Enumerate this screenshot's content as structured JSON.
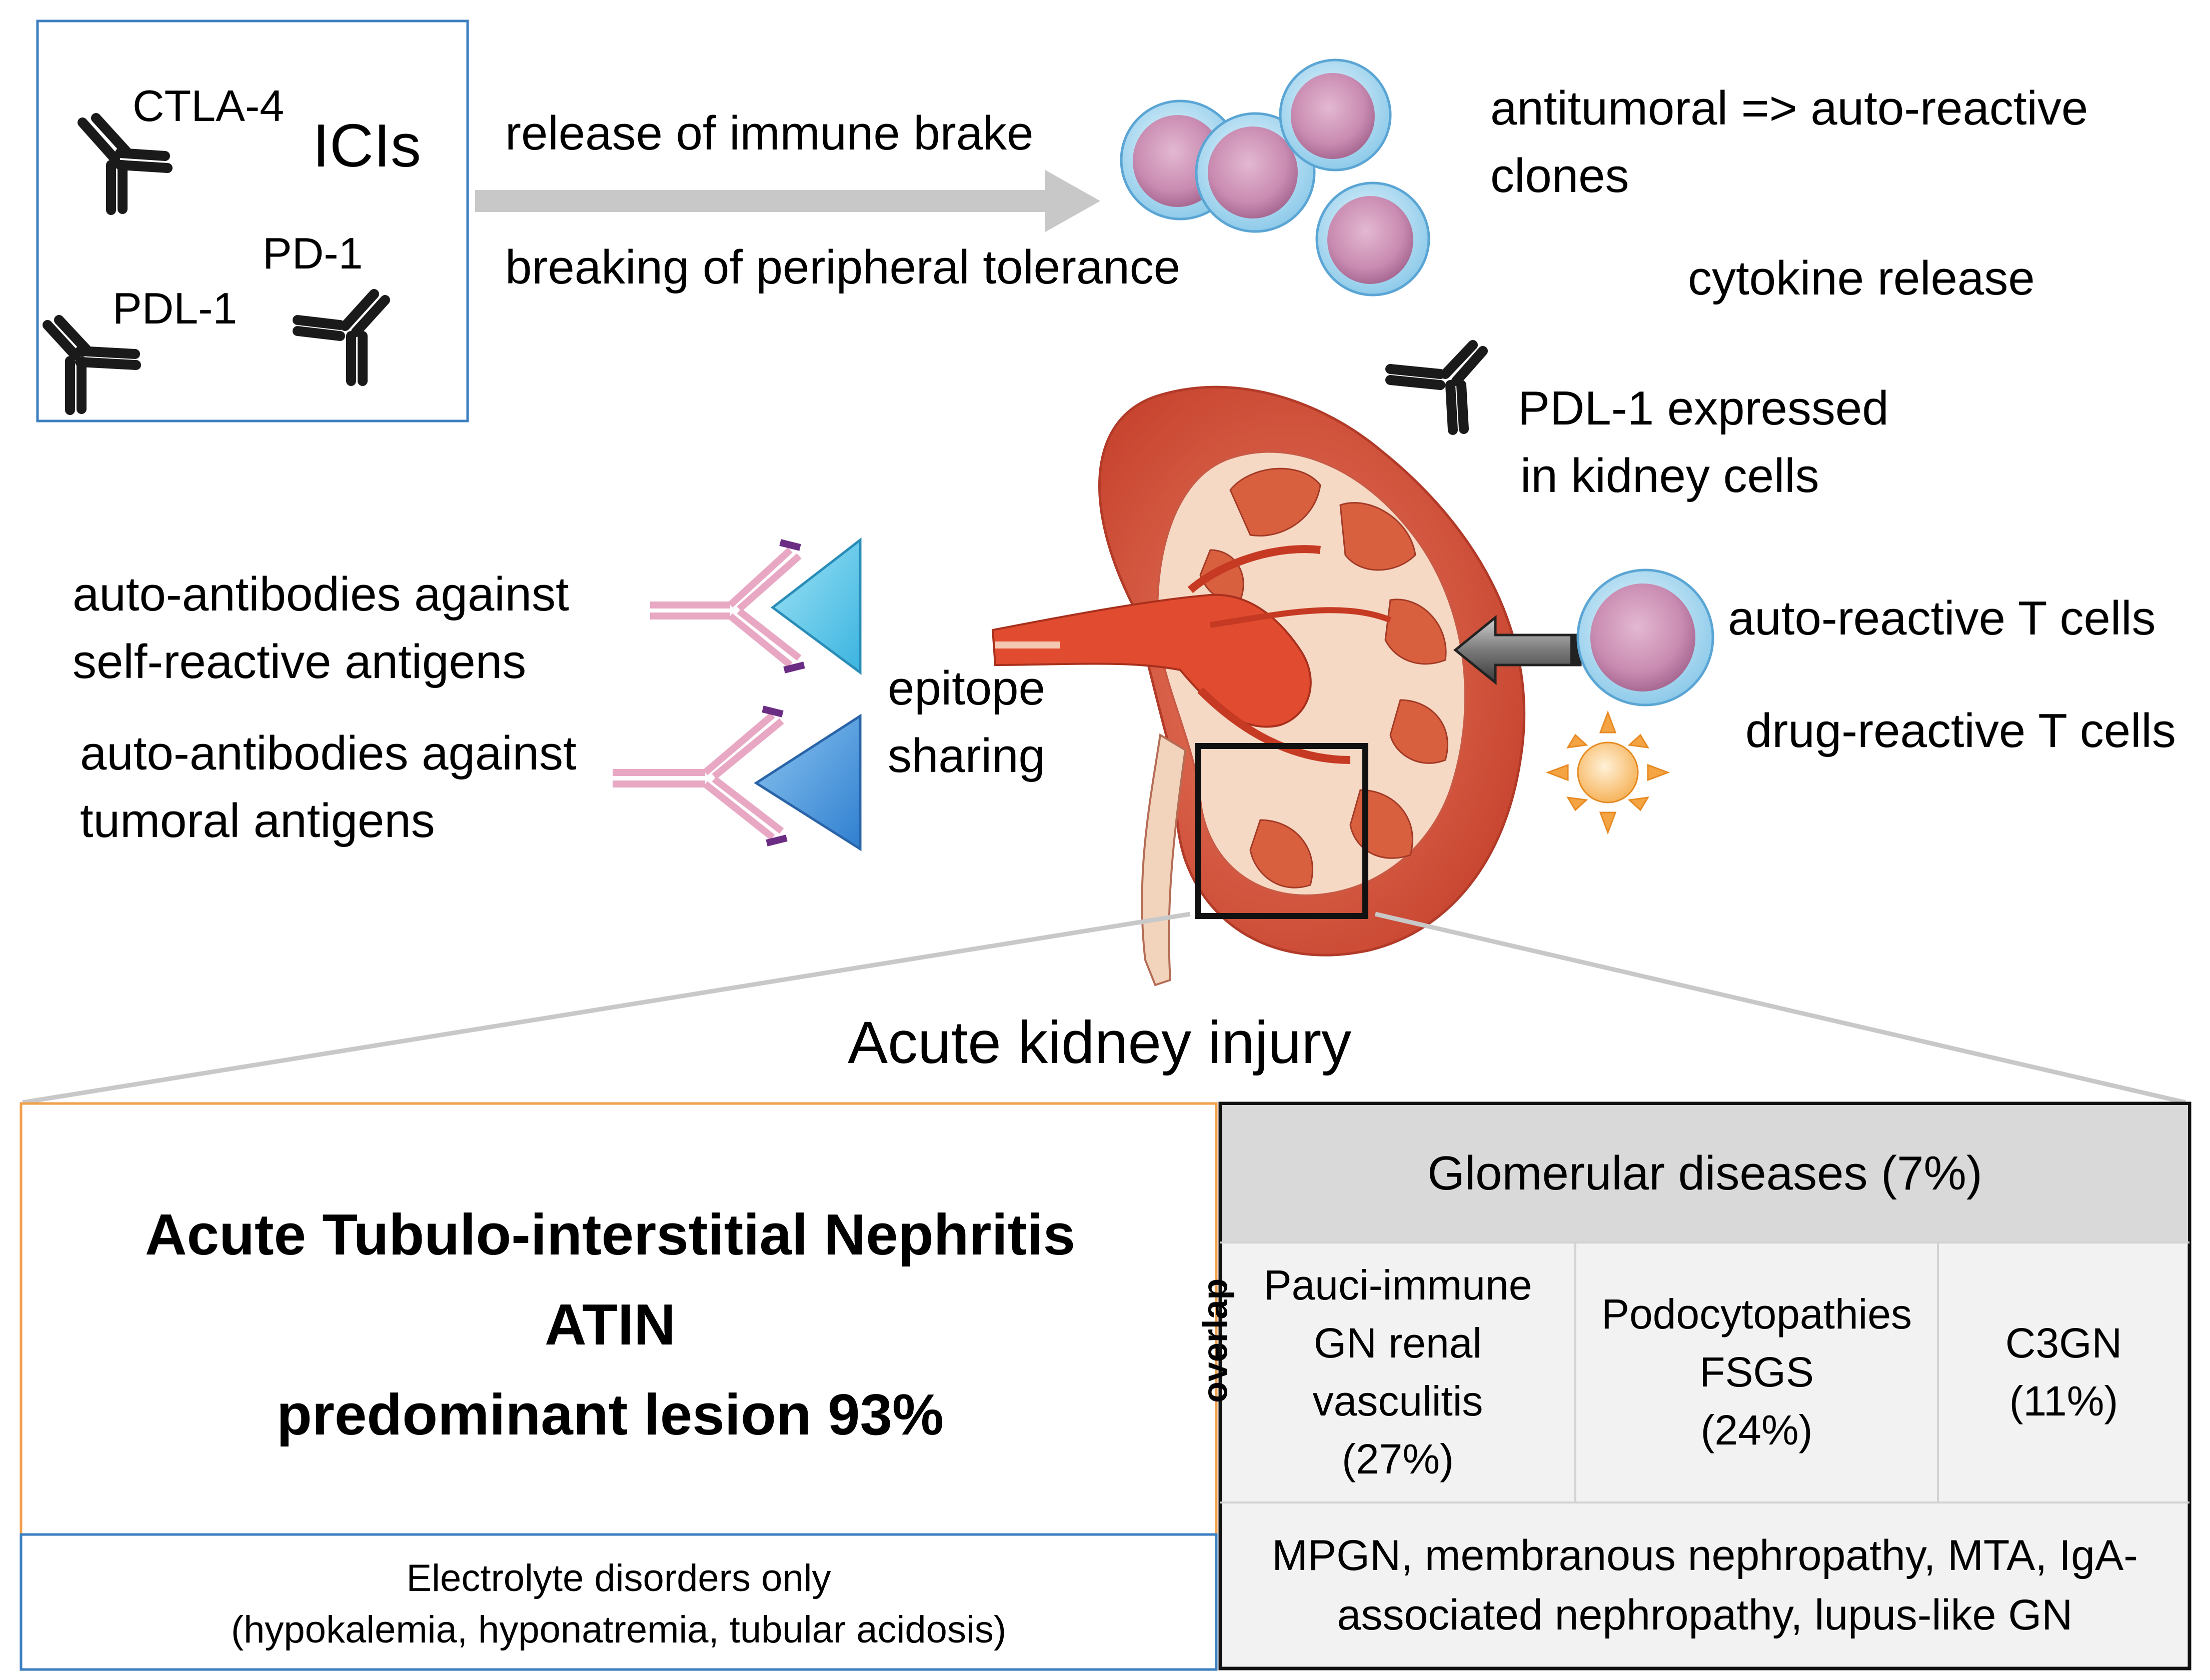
{
  "ici_box": {
    "title": "ICIs",
    "ctla4": "CTLA-4",
    "pd1": "PD-1",
    "pdl1": "PDL-1"
  },
  "arrow_labels": {
    "top": "release of immune brake",
    "bottom": "breaking of peripheral tolerance"
  },
  "right_labels": {
    "clones_line1": "antitumoral =>  auto-reactive",
    "clones_line2": "clones",
    "cytokine": "cytokine release",
    "pdl1_line1": "PDL-1 expressed",
    "pdl1_line2": " in kidney cells",
    "auto_t": "auto-reactive T cells",
    "drug_t": "drug-reactive T cells"
  },
  "left_labels": {
    "self_line1": "auto-antibodies against",
    "self_line2": "self-reactive antigens",
    "tumor_line1": "auto-antibodies against",
    "tumor_line2": "tumoral antigens",
    "epitope_line1": "epitope",
    "epitope_line2": "sharing"
  },
  "aki_title": "Acute kidney injury",
  "atin": {
    "line1": "Acute Tubulo-interstitial Nephritis",
    "line2": "ATIN",
    "line3": "predominant lesion 93%"
  },
  "electrolyte": {
    "line1": "Electrolyte disorders only",
    "line2": "(hypokalemia, hyponatremia, tubular acidosis)"
  },
  "overlap_label": "overlap",
  "glomerular": {
    "header": "Glomerular diseases (7%)",
    "pauci": [
      "Pauci-immune",
      "GN renal",
      "vasculitis",
      "(27%)"
    ],
    "podo": [
      "Podocytopathies",
      "FSGS",
      "(24%)"
    ],
    "c3gn": [
      "C3GN",
      "(11%)"
    ],
    "other_line1": "MPGN, membranous nephropathy, MTA, IgA-",
    "other_line2": "associated nephropathy, lupus-like GN"
  },
  "colors": {
    "ici_border": "#3c7fc0",
    "atin_border": "#f0a04c",
    "electrolyte_border": "#3c7fc0",
    "glom_border": "#111111",
    "glom_header_bg": "#d9d9d9",
    "glom_cell_bg": "#f2f2f2",
    "arrow_gray": "#c8c8c8",
    "antibody_pink": "#e8a7c3",
    "antibody_purple": "#6a2d83",
    "cell_pink": "#c98bb1",
    "cell_blue": "#a9d8ef",
    "kidney_red": "#d8553f",
    "kidney_cream": "#fbe9d6",
    "sun_orange": "#f5a444"
  }
}
